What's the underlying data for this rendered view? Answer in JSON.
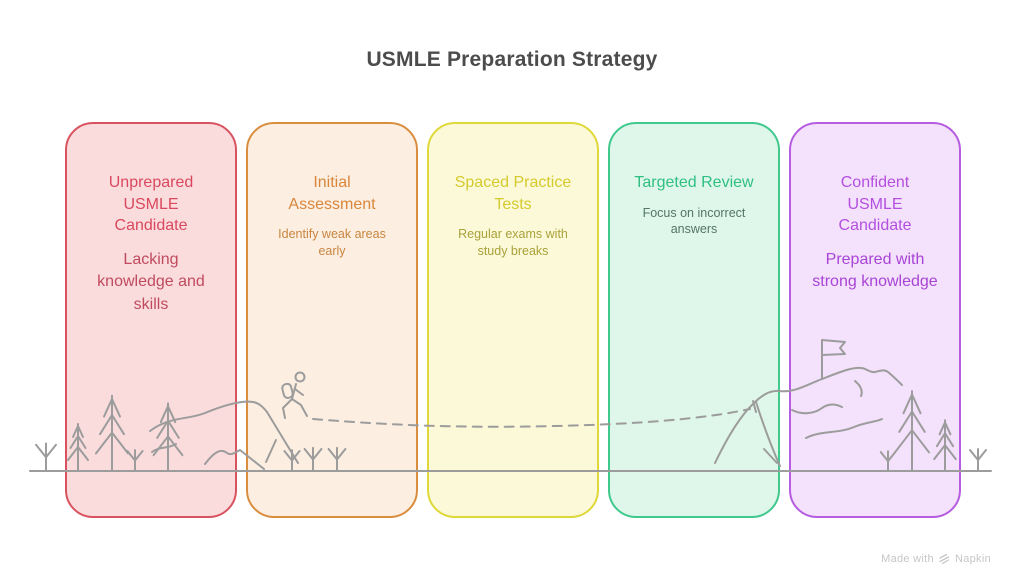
{
  "page": {
    "title": "USMLE Preparation Strategy",
    "background": "#ffffff",
    "title_color": "#4c4c4c"
  },
  "cards": [
    {
      "title": "Unprepared USMLE Candidate",
      "subtitle": "Lacking knowledge and skills",
      "bg": "#fbdcdd",
      "border": "#d8535f",
      "title_color": "#d9485e",
      "subtitle_color": "#bf4a5e"
    },
    {
      "title": "Initial Assessment",
      "subtitle": "Identify weak areas early",
      "bg": "#fcefe2",
      "border": "#d98e3f",
      "title_color": "#d9863a",
      "subtitle_color": "#c8853f"
    },
    {
      "title": "Spaced Practice Tests",
      "subtitle": "Regular exams with study breaks",
      "bg": "#fcf9d9",
      "border": "#ded838",
      "title_color": "#d5ca2d",
      "subtitle_color": "#a9a139"
    },
    {
      "title": "Targeted Review",
      "subtitle": "Focus on incorrect answers",
      "bg": "#dff6ea",
      "border": "#3fc98c",
      "title_color": "#2fbf82",
      "subtitle_color": "#55756a"
    },
    {
      "title": "Confident USMLE Candidate",
      "subtitle": "Prepared with strong knowledge",
      "bg": "#f4e1fb",
      "border": "#b55ce0",
      "title_color": "#b44fe0",
      "subtitle_color": "#a844d6"
    }
  ],
  "illustration": {
    "stroke_color": "#9c9c9c",
    "elements": [
      "pine-tree-icon",
      "shrub-icon",
      "hill-ridge",
      "hiker-icon",
      "dashed-trail",
      "mountain-icon",
      "summit-flag-icon",
      "ground-line"
    ]
  },
  "watermark": {
    "prefix": "Made with",
    "brand": "Napkin",
    "color": "#c6c6c6"
  }
}
